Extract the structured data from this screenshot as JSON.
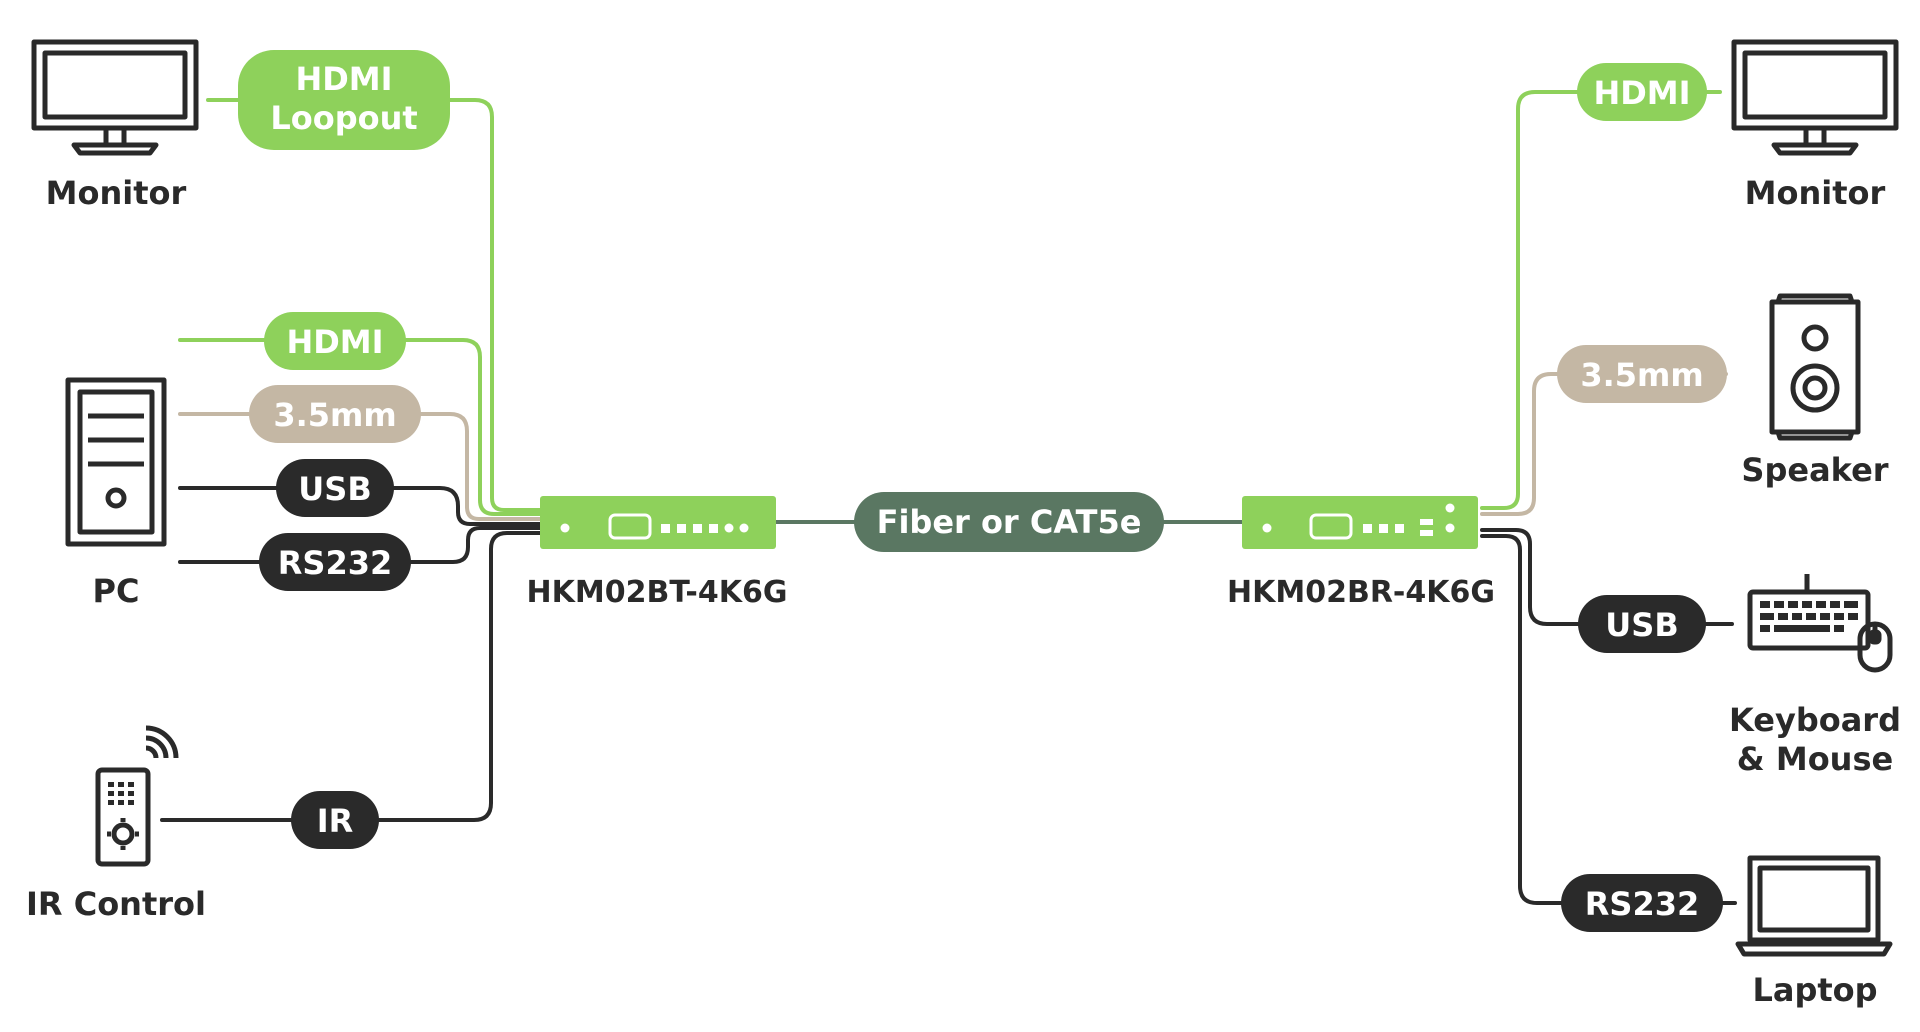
{
  "colors": {
    "hdmi": "#8ed15b",
    "audio": "#c4b7a4",
    "data": "#2a2a2a",
    "trunk": "#5a7762",
    "unit": "#8ed15b",
    "text": "#2a2a2a"
  },
  "devices": {
    "monitor_left": "Monitor",
    "pc": "PC",
    "ir_control": "IR Control",
    "monitor_right": "Monitor",
    "speaker": "Speaker",
    "keyboard_line1": "Keyboard",
    "keyboard_line2": "& Mouse",
    "laptop": "Laptop"
  },
  "units": {
    "transmitter": "HKM02BT-4K6G",
    "receiver": "HKM02BR-4K6G"
  },
  "connections": {
    "hdmi_loopout_line1": "HDMI",
    "hdmi_loopout_line2": "Loopout",
    "hdmi_in": "HDMI",
    "audio_in": "3.5mm",
    "usb_in": "USB",
    "rs232_in": "RS232",
    "ir": "IR",
    "trunk": "Fiber or CAT5e",
    "hdmi_out": "HDMI",
    "audio_out": "3.5mm",
    "usb_out": "USB",
    "rs232_out": "RS232"
  }
}
